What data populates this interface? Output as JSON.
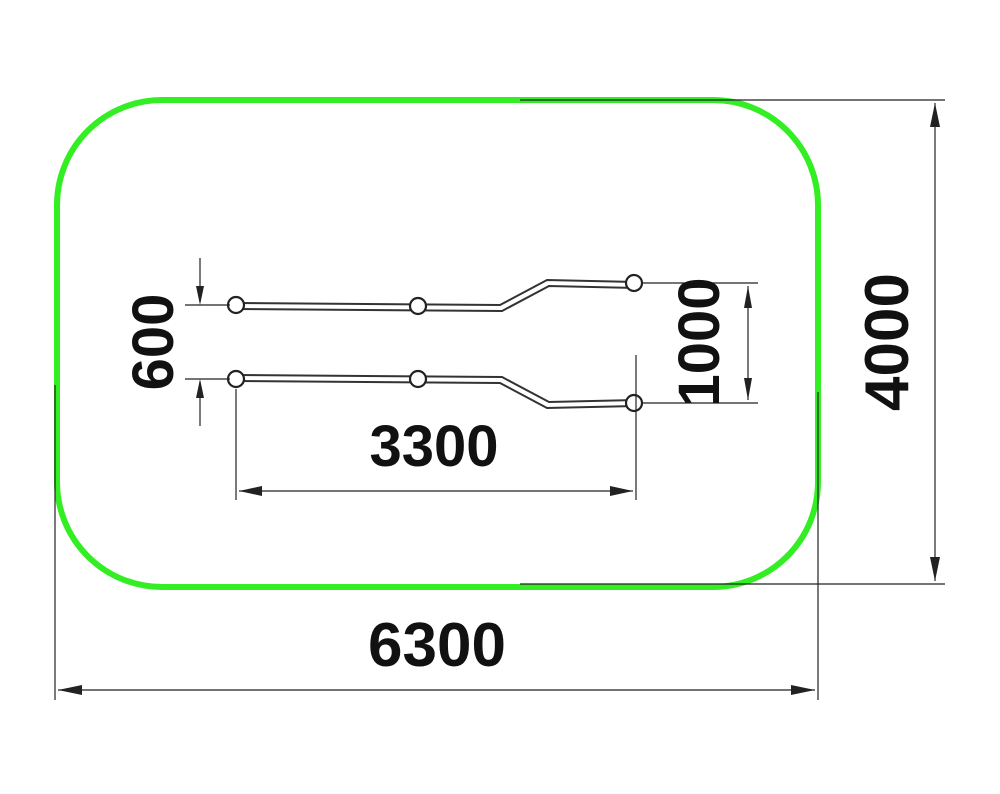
{
  "colors": {
    "zone_outline": "#33ee22",
    "lines": "#222222",
    "background": "#ffffff"
  },
  "dimensions": {
    "overall_width": "6300",
    "overall_depth": "4000",
    "bar_length": "3300",
    "bar_spacing_narrow": "600",
    "bar_spacing_wide": "1000"
  }
}
